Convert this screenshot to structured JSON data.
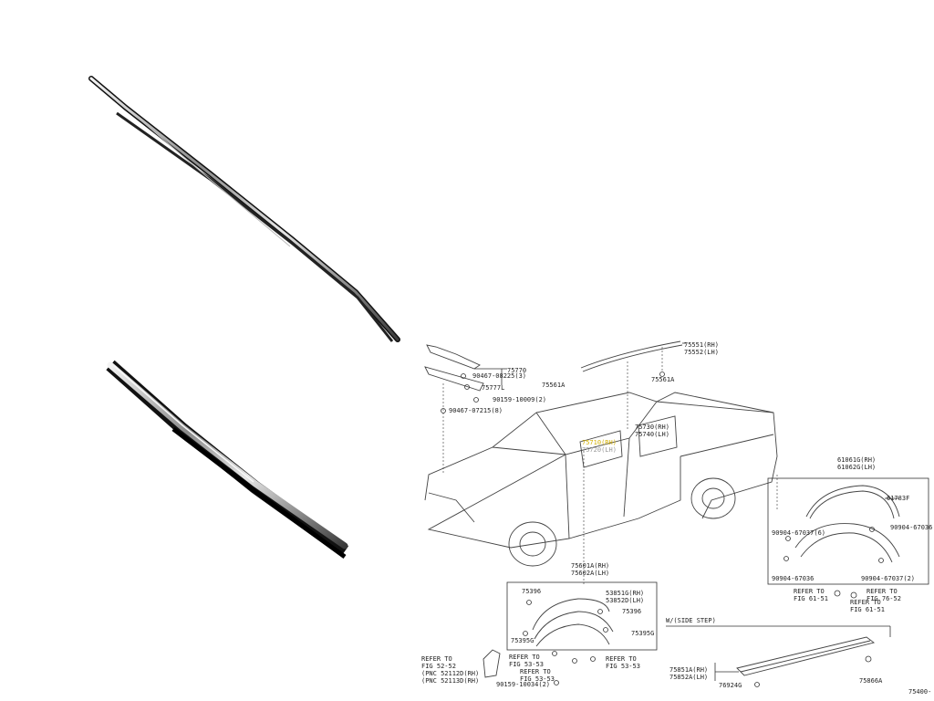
{
  "diagram": {
    "part_labels": {
      "p75551": "75551(RH)",
      "p75552": "75552(LH)",
      "p75561A_top": "75561A",
      "p75561A_left": "75561A",
      "p75770": "75770",
      "p75777L": "75777L",
      "p9046708225": "90467-08225(3)",
      "p9015910009": "90159-10009(2)",
      "p9046707215": "90467-07215(8)",
      "p75730": "75730(RH)",
      "p75740": "75740(LH)",
      "p75710": "75710(RH)",
      "p75720": "75720(LH)",
      "p61061G": "61061G(RH)",
      "p61062G": "61062G(LH)",
      "p61783F": "61783F",
      "p9090467037_1": "90904-67037(6)",
      "p9090467036_r": "90904-67036",
      "p9090467036_l": "90904-67036",
      "p9090467037_2": "90904-67037(2)",
      "refer_61_51": "REFER TO",
      "refer_61_51_fig": "FIG 61-51",
      "refer_76_52": "REFER TO",
      "refer_76_52_fig": "FIG 76-52",
      "refer_61_51b": "REFER TO",
      "refer_61_51b_fig": "FIG 61-51",
      "p75601A": "75601A(RH)",
      "p75602A": "75602A(LH)",
      "p75396_a": "75396",
      "p75396_b": "75396",
      "p53851G": "53851G(RH)",
      "p53852D": "53852D(LH)",
      "p75395G_r": "75395G",
      "p75395G_l": "75395G",
      "refer_52_52": "REFER TO",
      "refer_52_52_fig": "FIG 52-52",
      "refer_52_52_a": "(PNC 52112D(RH)",
      "refer_52_52_b": "(PNC 52113D(RH)",
      "refer_53_53a": "REFER TO",
      "refer_53_53a_fig": "FIG 53-53",
      "refer_53_53b": "REFER TO",
      "refer_53_53b_fig": "FIG 53-53",
      "refer_53_53c": "REFER TO",
      "refer_53_53c_fig": "FIG 53-53",
      "p9015910034": "90159-10034(2)",
      "w_side_step": "W/(SIDE STEP)",
      "p75851A": "75851A(RH)",
      "p75852A": "75852A(LH)",
      "p76924G": "76924G",
      "p75866A": "75866A",
      "fig_code": "75400-"
    }
  }
}
